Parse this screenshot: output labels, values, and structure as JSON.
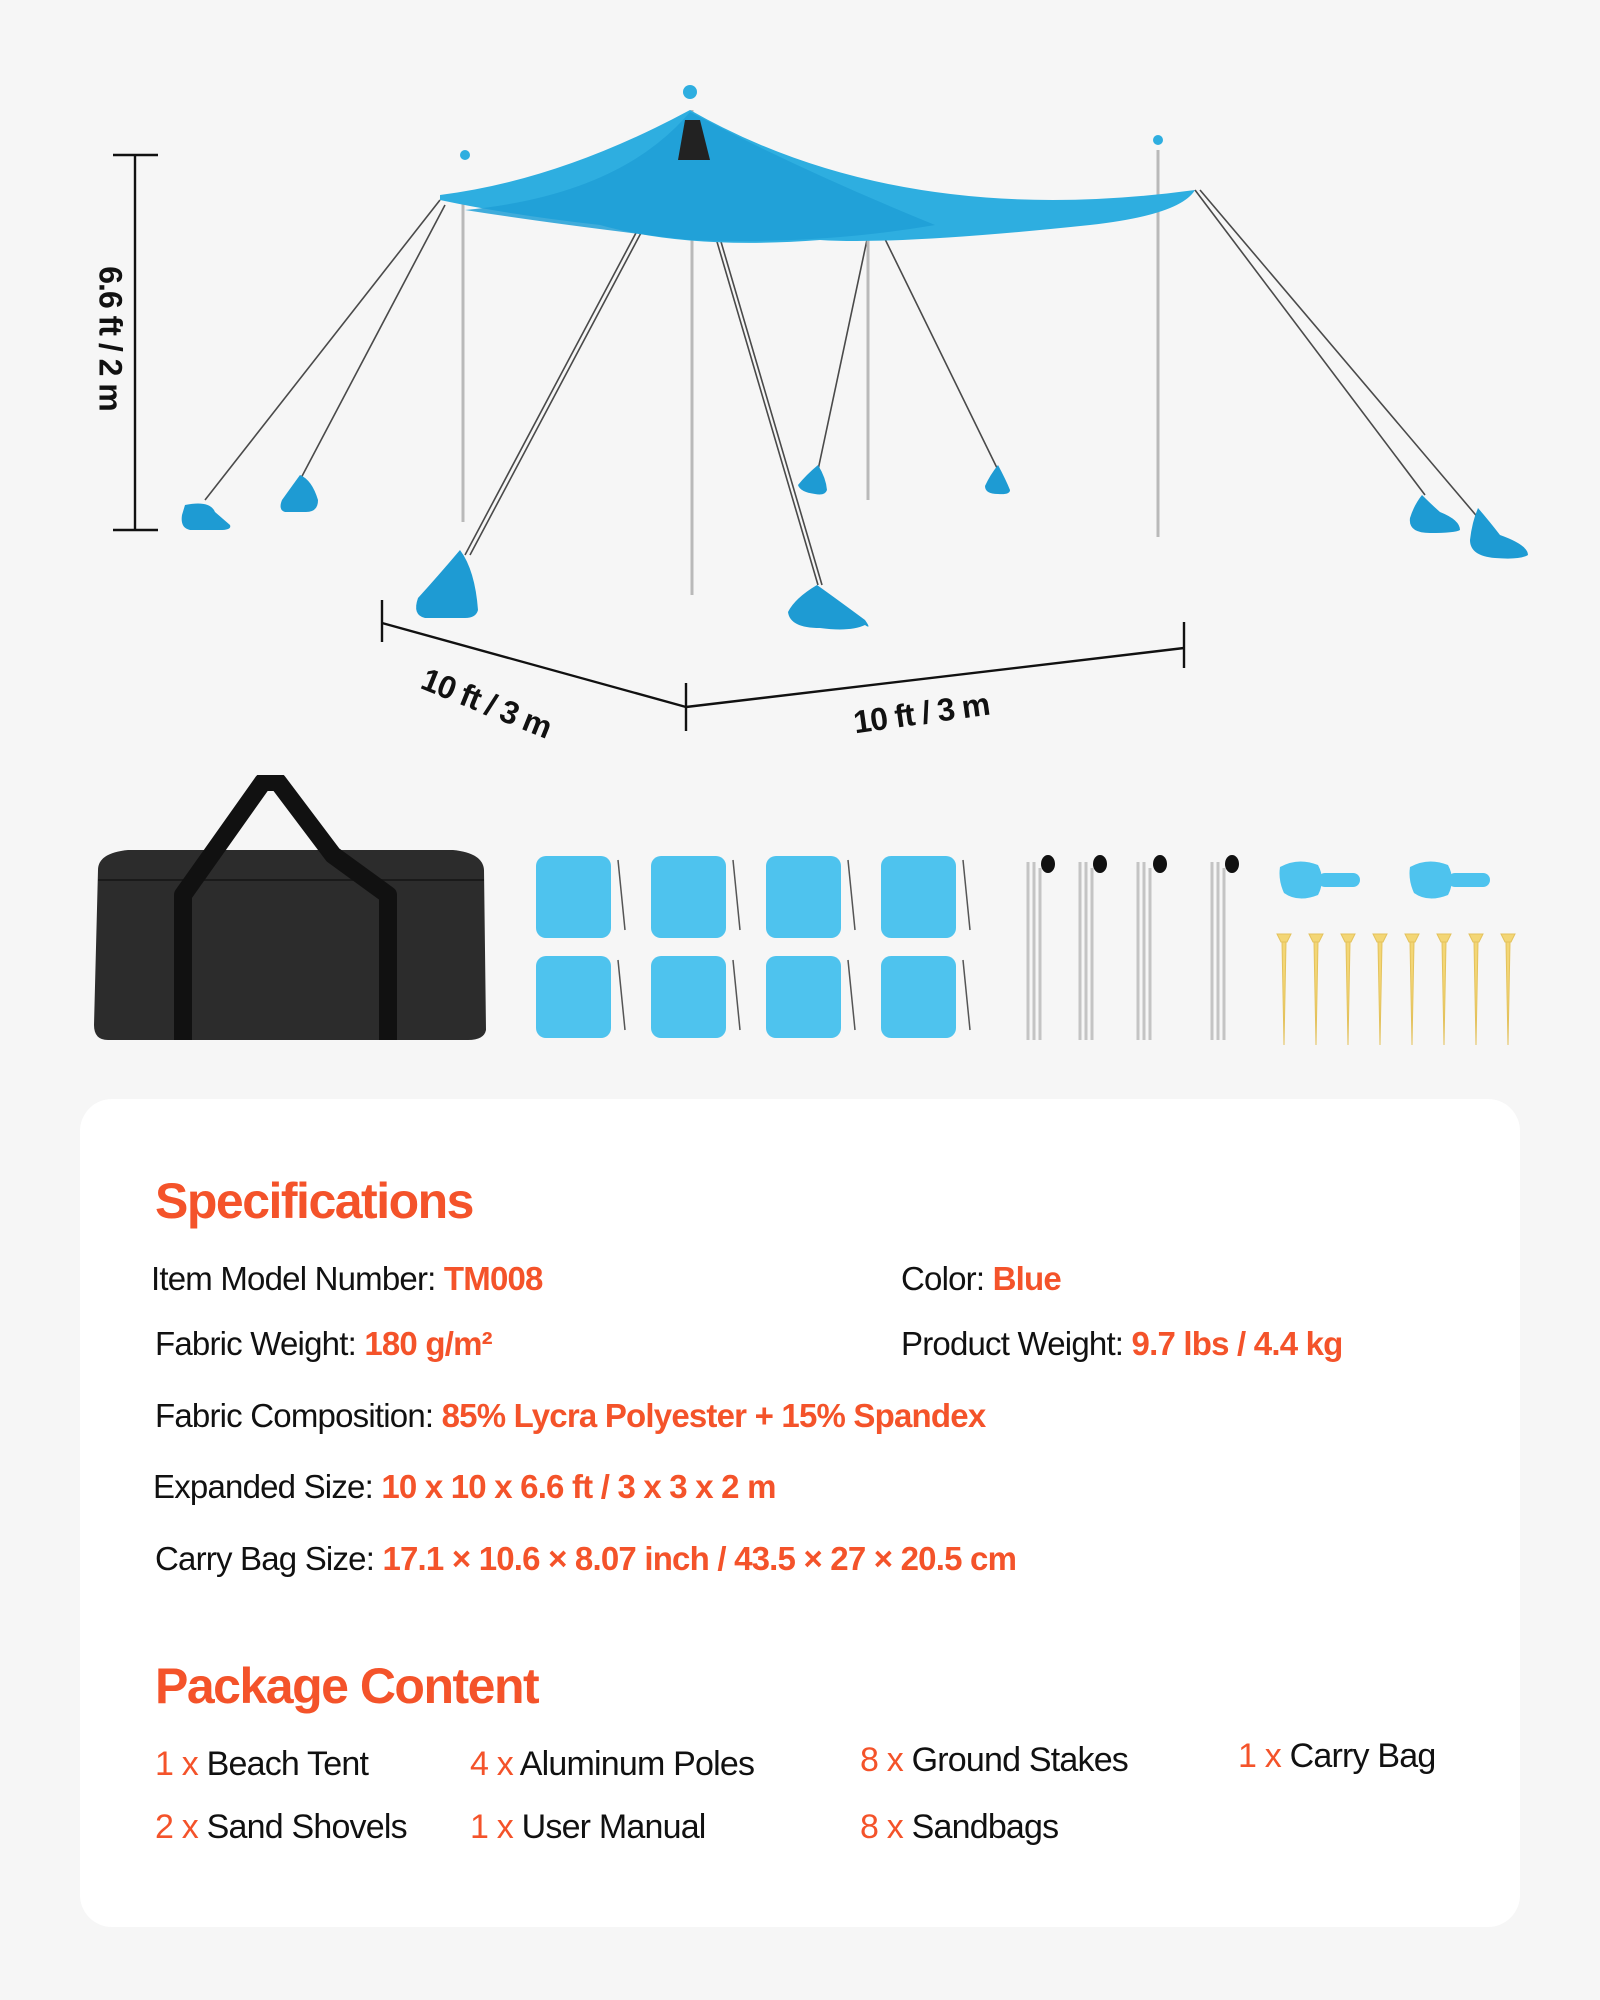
{
  "colors": {
    "accent": "#f4532a",
    "tent_blue": "#2eaee0",
    "background": "#f6f6f6",
    "card": "#ffffff",
    "text": "#111111"
  },
  "diagram": {
    "height_label": "6.6 ft / 2 m",
    "depth_label": "10 ft / 3 m",
    "width_label": "10 ft / 3 m",
    "icons": [
      "beach-tent-icon",
      "sandbag-icon",
      "carry-bag-icon",
      "sandbag-pouch-icon",
      "aluminum-pole-icon",
      "sand-shovel-icon",
      "ground-stake-icon"
    ]
  },
  "specifications": {
    "title": "Specifications",
    "rows": [
      {
        "label": "Item Model Number: ",
        "value": "TM008"
      },
      {
        "label": "Color: ",
        "value": "Blue"
      },
      {
        "label": "Fabric Weight: ",
        "value": "180 g/m²"
      },
      {
        "label": "Product Weight: ",
        "value": "9.7 lbs / 4.4 kg"
      },
      {
        "label": "Fabric Composition: ",
        "value": "85% Lycra Polyester + 15% Spandex"
      },
      {
        "label": "Expanded Size: ",
        "value": "10 x 10 x 6.6 ft / 3 x 3 x 2 m"
      },
      {
        "label": "Carry Bag Size: ",
        "value": "17.1 × 10.6 × 8.07 inch / 43.5 × 27 × 20.5 cm"
      }
    ]
  },
  "package": {
    "title": "Package Content",
    "items": [
      {
        "qty": "1 x ",
        "name": "Beach Tent"
      },
      {
        "qty": "4 x ",
        "name": "Aluminum Poles"
      },
      {
        "qty": "8 x ",
        "name": "Ground Stakes"
      },
      {
        "qty": "1 x ",
        "name": "Carry Bag"
      },
      {
        "qty": "2 x ",
        "name": "Sand Shovels"
      },
      {
        "qty": "1 x ",
        "name": "User Manual"
      },
      {
        "qty": "8 x ",
        "name": "Sandbags"
      }
    ]
  }
}
